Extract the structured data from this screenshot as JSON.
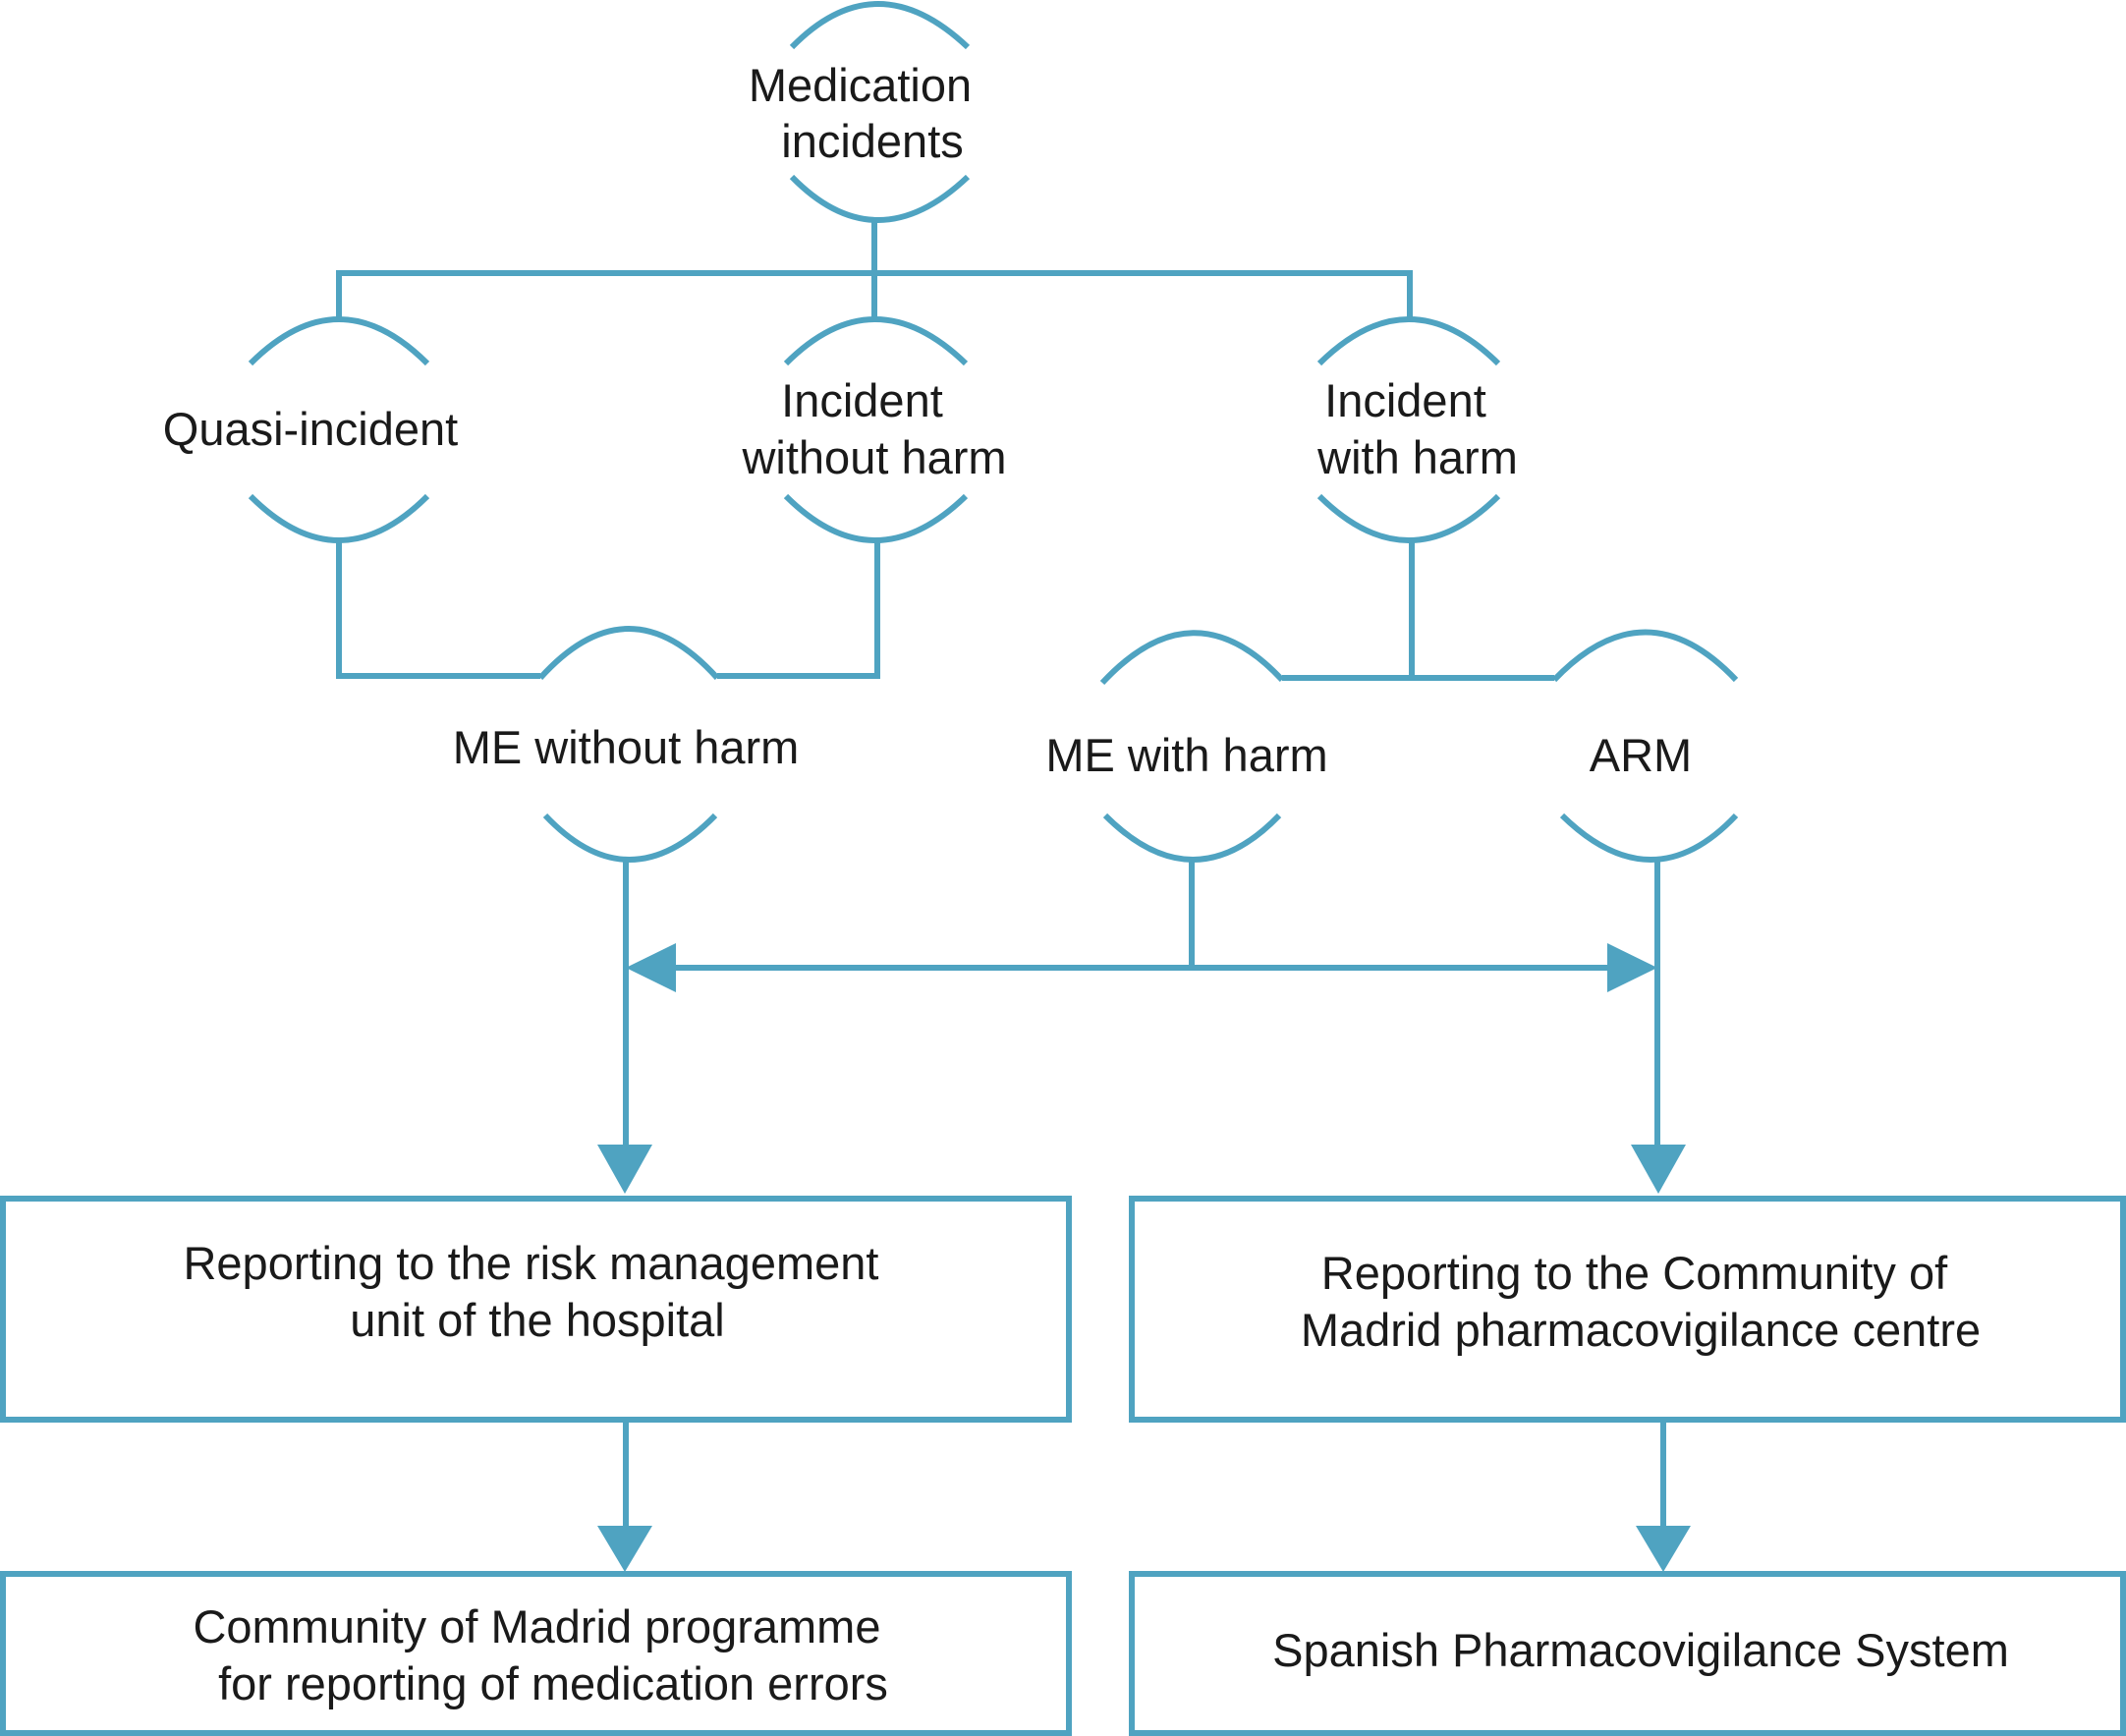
{
  "nodes": {
    "medication_incidents": [
      "Medication",
      "incidents"
    ],
    "quasi_incident": [
      "Quasi-incident"
    ],
    "incident_without_harm": [
      "Incident",
      "without harm"
    ],
    "incident_with_harm": [
      "Incident",
      "with harm"
    ],
    "me_without_harm": [
      "ME without harm"
    ],
    "me_with_harm": [
      "ME with harm"
    ],
    "arm": [
      "ARM"
    ]
  },
  "boxes": {
    "risk_unit": [
      "Reporting to the risk management",
      "unit of the hospital"
    ],
    "pharmaco_centre": [
      "Reporting to the Community of",
      "Madrid pharmacovigilance centre"
    ],
    "madrid_programme": [
      "Community of Madrid programme",
      "for reporting of medication errors"
    ],
    "spanish_system": [
      "Spanish Pharmacovigilance System"
    ]
  },
  "colors": {
    "line": "#4fa3c1",
    "text": "#1a1a1a"
  }
}
